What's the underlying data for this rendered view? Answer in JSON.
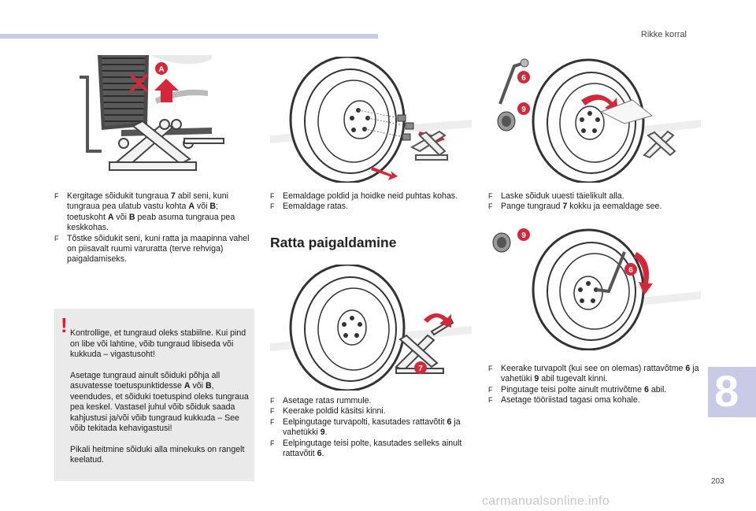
{
  "header": {
    "title": "Rikke korral"
  },
  "col1": {
    "bullets": [
      [
        "Kergitage sõidukit tungraua ",
        {
          "b": "7"
        },
        " abil seni, kuni tungraua pea ulatub vastu kohta ",
        {
          "b": "A"
        },
        " või ",
        {
          "b": "B"
        },
        "; toetuskoht ",
        {
          "b": "A"
        },
        " või ",
        {
          "b": "B"
        },
        " peab asuma tungraua pea keskkohas."
      ],
      [
        "Tõstke sõidukit seni, kuni ratta ja maapinna vahel on piisavalt ruumi varuratta (terve rehviga) paigaldamiseks."
      ]
    ]
  },
  "warning": {
    "lines": [
      "Kontrollige, et tungraud oleks stabiilne. Kui pind on libe või lahtine, võib tungraud libiseda või kukkuda – vigastusoht!",
      [
        "Asetage tungraud ainult sõiduki põhja all asuvatesse toetuspunktidesse ",
        {
          "b": "A"
        },
        " või ",
        {
          "b": "B"
        },
        ", veendudes, et sõiduki toetuspind oleks tungraua pea keskel. Vastasel juhul võib sõiduk saada kahjustusi ja/või võib tungraud kukkuda – See võib tekitada kehavigastusi!"
      ],
      "Pikali heitmine sõiduki alla minekuks on rangelt keelatud."
    ]
  },
  "col2_top": {
    "bullets": [
      [
        "Eemaldage poldid ja hoidke neid puhtas kohas."
      ],
      [
        "Eemaldage ratas."
      ]
    ]
  },
  "section": {
    "title": "Ratta paigaldamine"
  },
  "col2_bottom": {
    "bullets": [
      [
        "Asetage ratas rummule."
      ],
      [
        "Keerake poldid käsitsi kinni."
      ],
      [
        "Eelpingutage turvapolti, kasutades rattavõtit ",
        {
          "b": "6"
        },
        " ja vahetükki ",
        {
          "b": "9"
        },
        "."
      ],
      [
        "Eelpingutage teisi polte, kasutades selleks ainult rattavõtit ",
        {
          "b": "6"
        },
        "."
      ]
    ]
  },
  "col3_top": {
    "bullets": [
      [
        "Laske sõiduk uuesti täielikult alla."
      ],
      [
        "Pange tungraud ",
        {
          "b": "7"
        },
        " kokku ja eemaldage see."
      ]
    ]
  },
  "col3_bottom": {
    "bullets": [
      [
        "Keerake turvapolt (kui see on olemas) rattavõtme ",
        {
          "b": "6"
        },
        " ja vahetüki ",
        {
          "b": "9"
        },
        " abil tugevalt kinni."
      ],
      [
        "Pingutage teisi polte ainult mutrivõtme ",
        {
          "b": "6"
        },
        " abil."
      ],
      [
        "Asetage tööriistad tagasi oma kohale."
      ]
    ]
  },
  "figures": {
    "jack": {
      "callouts": [
        "A"
      ]
    },
    "remove": {
      "callouts": []
    },
    "lower": {
      "callouts": [
        "6",
        "9"
      ]
    },
    "mount": {
      "callouts": [
        "7"
      ]
    },
    "tighten": {
      "callouts": [
        "9",
        "6"
      ]
    }
  },
  "bullet_glyph": "F",
  "chapter": {
    "number": "8"
  },
  "page": {
    "number": "203"
  },
  "watermark": {
    "text": "carmanualsonline.info"
  },
  "colors": {
    "accent_band": "#c9cbe6",
    "callout": "#d4283a",
    "warning_bg": "#eaeaea",
    "warning_mark": "#e0192f"
  }
}
